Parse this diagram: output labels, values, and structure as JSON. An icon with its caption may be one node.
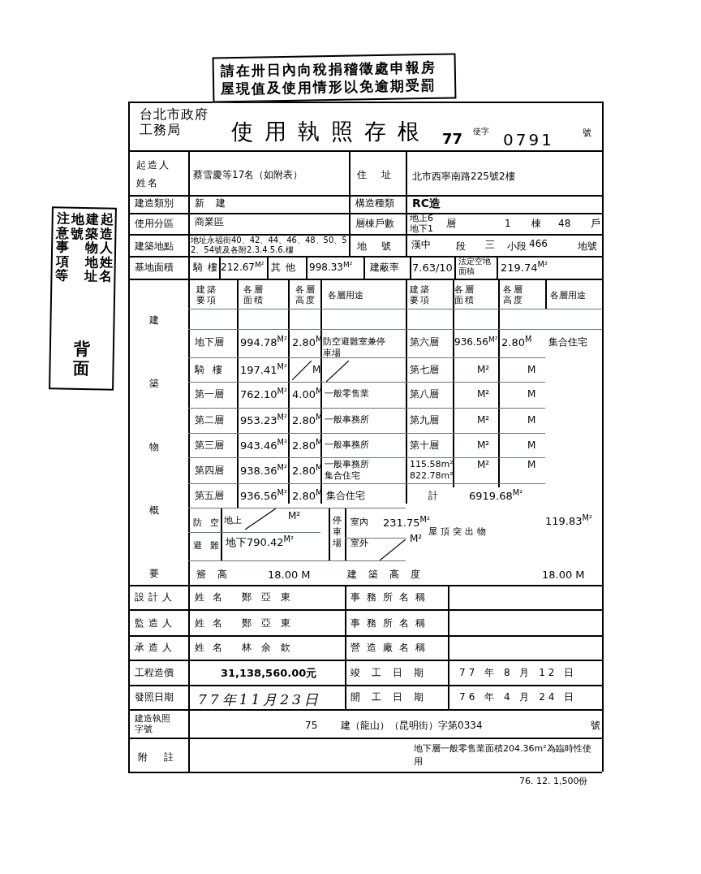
{
  "diagram": {
    "title": "使用執照存根",
    "nodes": [
      {
        "text": [
          "請在卅日內向稅捐稽徵處申報房屋現值及使用情形以免逾期受罰"
        ]
      },
      {
        "text": [
          "注意事項等",
          "地號",
          "建築物地址",
          "起造人姓名",
          "背面"
        ]
      }
    ],
    "labels": [
      "台北市政府工務局",
      "77",
      "使字",
      "0791",
      "號",
      "起造人姓名",
      "蔡雪慶等17名（如附表）",
      "住址",
      "北市西寧南路225號2樓",
      "建造類別",
      "新建",
      "構造種類",
      "RC造",
      "使用分區",
      "商業區",
      "層棟戶數",
      "地上6 地下1",
      "層",
      "1",
      "棟",
      "48",
      "戶",
      "建築地點",
      "地址永福街40、42、44、46、48、50、52、54號及各附2.3.4.5.6.樓",
      "地號",
      "漢中",
      "段",
      "三",
      "小段",
      "466",
      "地號",
      "基地面積",
      "騎樓",
      "212.67$^{M²}$",
      "其他",
      "998.33$^{M²}$",
      "建蔽率",
      "7.63/10",
      "法定空地面積",
      "219.74$^{M²}$",
      "建築物概要",
      "建築要項",
      "各層面積",
      "各層高度",
      "各層用途",
      "建築要項",
      "各層面積",
      "各層高度",
      "各層用途",
      "地下層",
      "994.78$^{M²}$",
      "2.80$^{M}$",
      "防空避難室兼停車場",
      "第六層",
      "936.56$^{M²}$",
      "2.80$^{M}$",
      "集合住宅",
      "騎樓",
      "197.41$^{M²}$",
      "M",
      "第七層",
      "M²",
      "M",
      "第一層",
      "762.10$^{M²}$",
      "4.00$^{M}$",
      "一般零售業",
      "第八層",
      "M²",
      "M",
      "第二層",
      "953.23$^{M²}$",
      "2.80$^{M}$",
      "一般事務所",
      "第九層",
      "M²",
      "M",
      "第三層",
      "943.46$^{M²}$",
      "2.80$^{M}$",
      "一般事務所",
      "第十層",
      "M²",
      "M",
      "第四層",
      "938.36$^{M²}$",
      "2.80$^{M}$",
      "一般事務所",
      "集合住宅",
      "115.58m²",
      "822.78m²",
      "M²",
      "M",
      "第五層",
      "936.56$^{M²}$",
      "2.80$^{M}$",
      "集合住宅",
      "計",
      "6919.68$^{M²}$",
      "防空避難",
      "地上",
      "M²",
      "地下790.42$^{M²}$",
      "停車場",
      "室內",
      "231.75$^{M²}$",
      "室外",
      "M²",
      "屋頂突出物",
      "119.83$^{M²}$",
      "簷高",
      "18.00 M",
      "建築高度",
      "18.00 M",
      "設計人",
      "姓名",
      "鄭亞東",
      "事務所名稱",
      "監造人",
      "姓名",
      "鄭亞東",
      "事務所名稱",
      "承造人",
      "姓名",
      "林余欽",
      "營造廠名稱",
      "工程造價",
      "31,138,560.00元",
      "竣工日期",
      "77 年 8 月 12 日",
      "發照日期",
      "77年11月23日",
      "開工日期",
      "76 年 4 月 24 日",
      "建造執照字號",
      "75",
      "建（龍山）（昆明街）字第0334",
      "號",
      "附註",
      "地下層一般零售業面積204.36m²為臨時性使用",
      "76. 12. 1,500份"
    ]
  }
}
